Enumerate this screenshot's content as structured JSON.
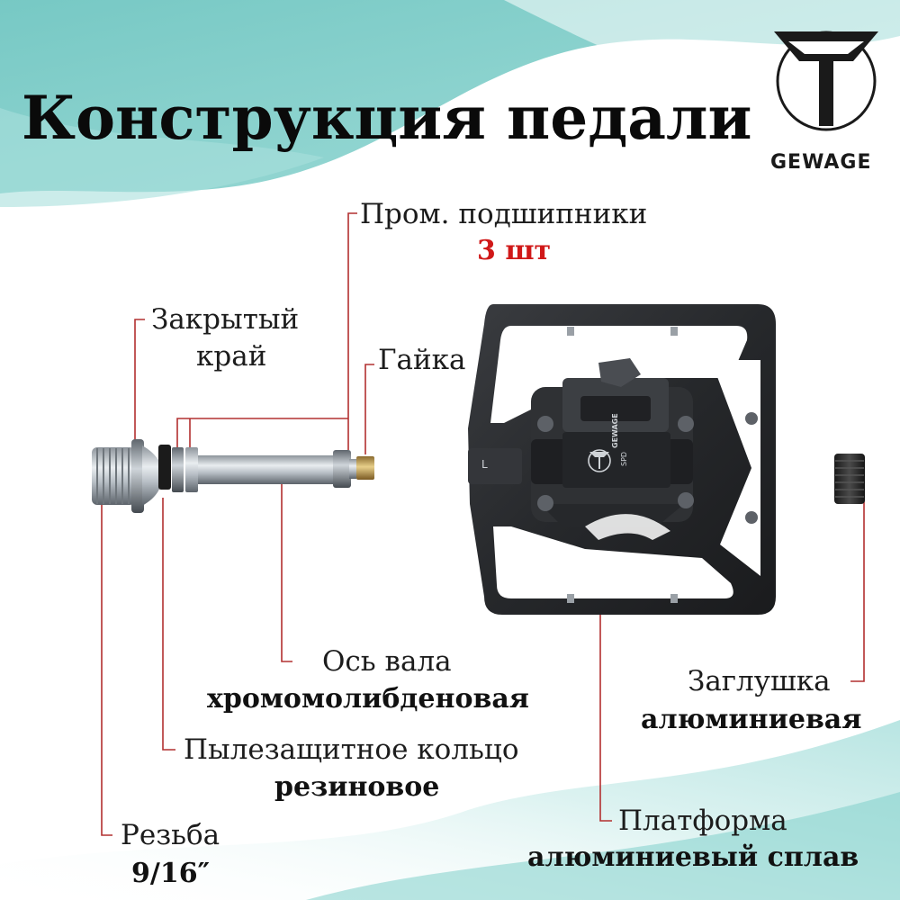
{
  "title": "Конструкция педали",
  "brand": {
    "name": "GEWAGE",
    "logo_icon": "gewage-logo-icon",
    "pedal_badge": "GEWAGE",
    "pedal_badge_sub": "SPD",
    "side_mark": "L"
  },
  "labels": {
    "bearings": {
      "line1": "Пром. подшипники",
      "line2": "3 шт"
    },
    "closed_edge": {
      "line1": "Закрытый",
      "line2": "край"
    },
    "nut": {
      "line1": "Гайка"
    },
    "axle": {
      "line1": "Ось вала",
      "line2": "хромомолибденовая"
    },
    "dust_ring": {
      "line1": "Пылезащитное кольцо",
      "line2": "резиновое"
    },
    "thread": {
      "line1": "Резьба",
      "line2": "9/16″"
    },
    "cap": {
      "line1": "Заглушка",
      "line2": "алюминиевая"
    },
    "platform": {
      "line1": "Платформа",
      "line2": "алюминиевый сплав"
    }
  },
  "colors": {
    "accent_teal": "#6cc3bf",
    "leader_line": "#b23030",
    "highlight_red": "#d01818",
    "pedal_body": "#2b2d30"
  }
}
